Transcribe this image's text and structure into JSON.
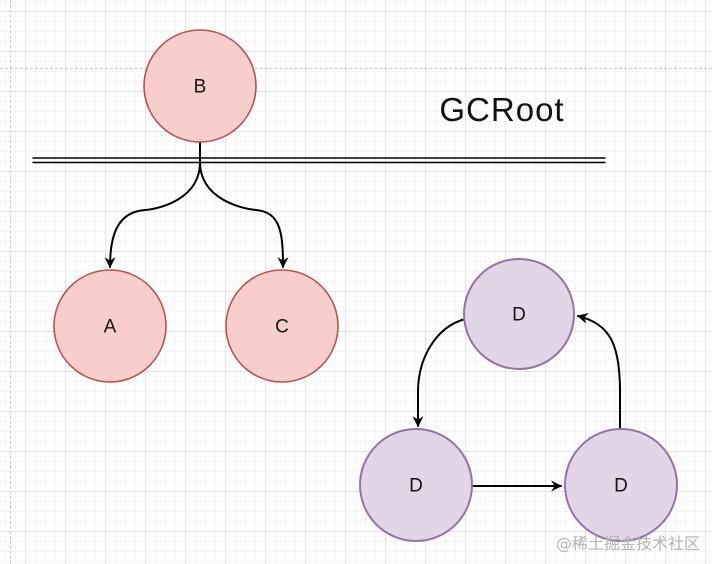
{
  "title": "GCRoot",
  "watermark": "@稀土掘金技术社区",
  "colors": {
    "reachable_fill": "#f8cecc",
    "reachable_stroke": "#b85450",
    "unreachable_fill": "#e1d5e7",
    "unreachable_stroke": "#9673a6",
    "edge": "#000000",
    "label": "#141414",
    "grid_major": "#e4e4e4",
    "grid_minor": "#f5f5f5",
    "page_break": "#c9c9c9",
    "watermark_color": "#b5b5b5"
  },
  "nodes": {
    "b": {
      "label": "B",
      "group": "reachable"
    },
    "a": {
      "label": "A",
      "group": "reachable"
    },
    "c": {
      "label": "C",
      "group": "reachable"
    },
    "d_top": {
      "label": "D",
      "group": "unreachable-cycle"
    },
    "d_left": {
      "label": "D",
      "group": "unreachable-cycle"
    },
    "d_right": {
      "label": "D",
      "group": "unreachable-cycle"
    }
  },
  "edges": [
    {
      "from": "b",
      "to": "a"
    },
    {
      "from": "b",
      "to": "c"
    },
    {
      "from": "d_top",
      "to": "d_left"
    },
    {
      "from": "d_left",
      "to": "d_right"
    },
    {
      "from": "d_right",
      "to": "d_top"
    }
  ]
}
